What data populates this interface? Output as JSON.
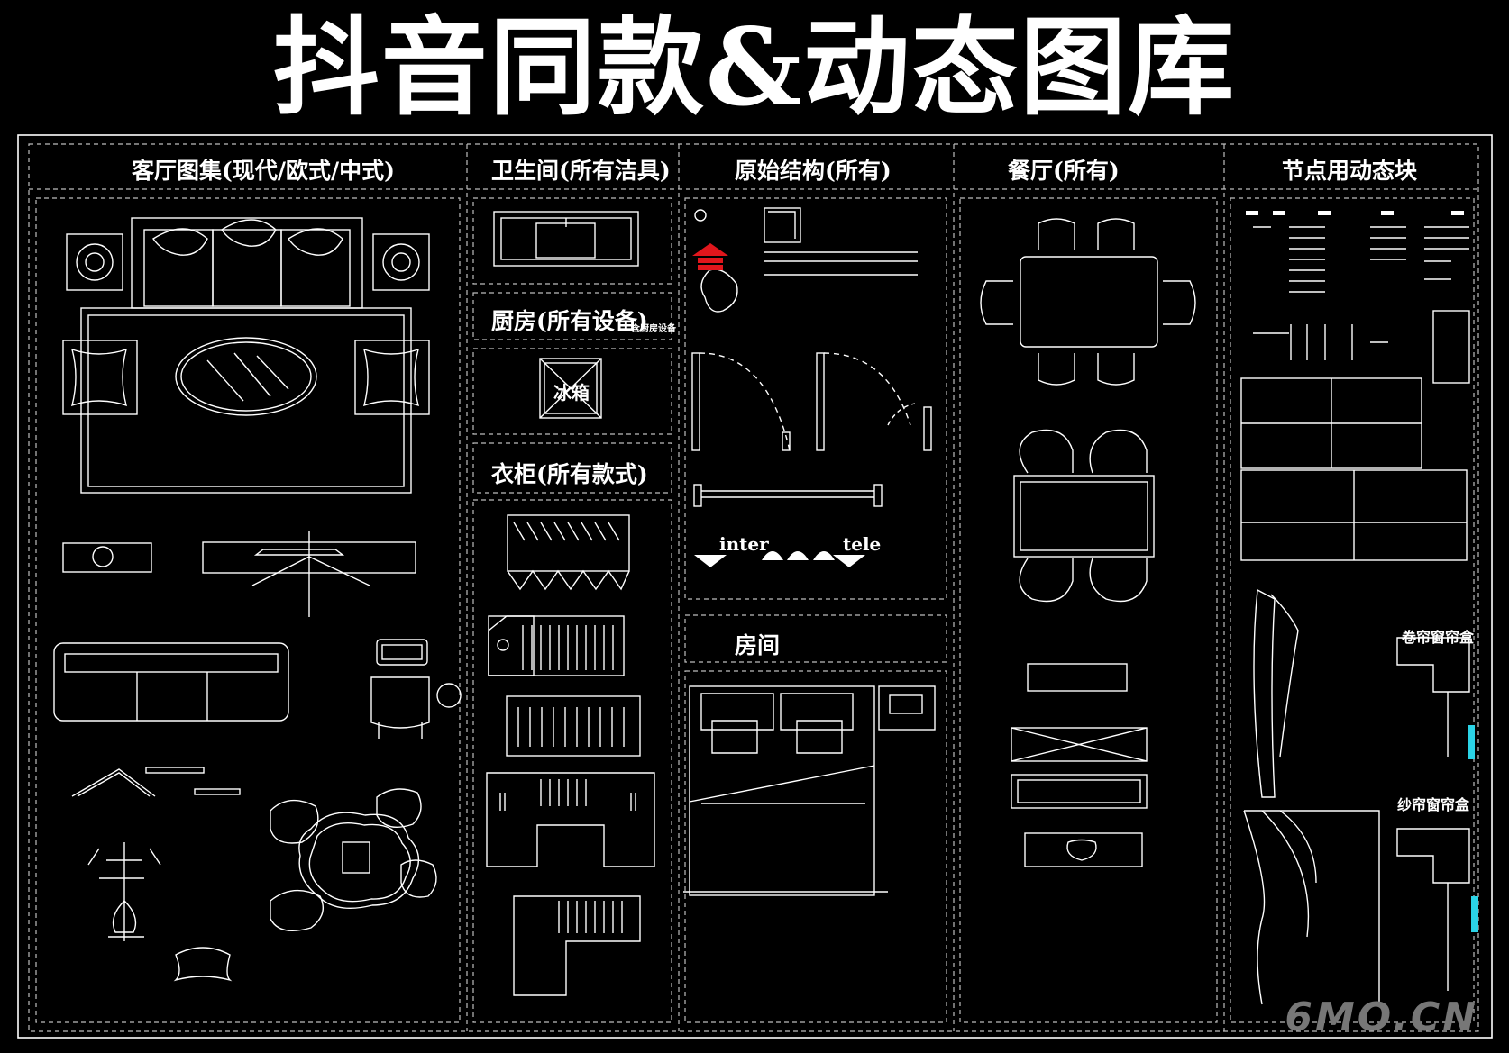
{
  "title": "抖音同款&动态图库",
  "sections": {
    "living_room": "客厅图集(现代/欧式/中式)",
    "bathroom": "卫生间(所有洁具)",
    "kitchen": "厨房(所有设备)",
    "kitchen_note": "含厨房设备",
    "wardrobe": "衣柜(所有款式)",
    "structure": "原始结构(所有)",
    "dining": "餐厅(所有)",
    "nodes": "节点用动态块",
    "room": "房间"
  },
  "labels": {
    "fridge": "冰箱",
    "inter": "inter",
    "tele": "tele",
    "roller_box": "卷帘窗帘盒",
    "sheer_box": "纱帘窗帘盒"
  },
  "watermark": "6MO.CN",
  "colors": {
    "line": "#ffffff",
    "dash": "#bdbdbd",
    "accent_red": "#e0161c",
    "accent_cyan": "#2bd3e6"
  }
}
